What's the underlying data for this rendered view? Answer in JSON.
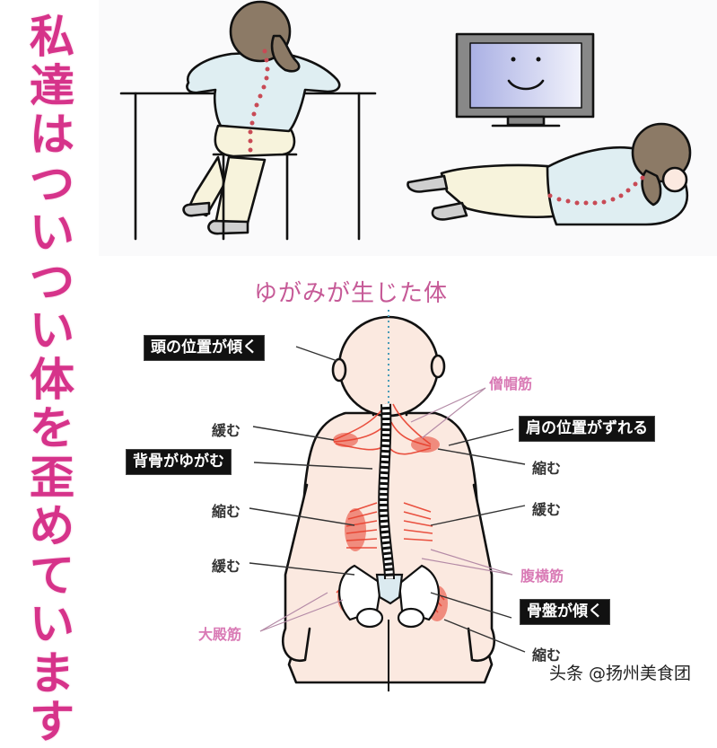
{
  "title": {
    "text": "私達はついつい体を歪めています",
    "chars": [
      "私",
      "達",
      "は",
      "つ",
      "い",
      "つ",
      "い",
      "体",
      "を",
      "歪",
      "め",
      "て",
      "い",
      "ま",
      "す"
    ],
    "color": "#d6338a"
  },
  "scenes": {
    "desk": {
      "label": "leaning-on-desk-scene"
    },
    "tv": {
      "label": "lying-watching-tv-scene"
    }
  },
  "diagram": {
    "subtitle": "ゆがみが生じた体",
    "tags": {
      "head": "頭の位置が傾く",
      "shoulder": "肩の位置がずれる",
      "spine": "背骨がゆがむ",
      "pelvis": "骨盤が傾く"
    },
    "states": {
      "loosen_1": "緩む",
      "shrink_1": "縮む",
      "shrink_2": "縮む",
      "loosen_2": "緩む",
      "loosen_3": "緩む",
      "shrink_3": "縮む"
    },
    "muscles": {
      "trapezius": "僧帽筋",
      "transversus": "腹横筋",
      "gluteus": "大殿筋"
    },
    "colors": {
      "muscle": "#e8402e",
      "skin": "#fbe9e0",
      "spine_dots": "#4a9cb8",
      "tag_bg": "#111111",
      "muscle_label": "#d97ab5"
    }
  },
  "watermark": "头条 @扬州美食团"
}
